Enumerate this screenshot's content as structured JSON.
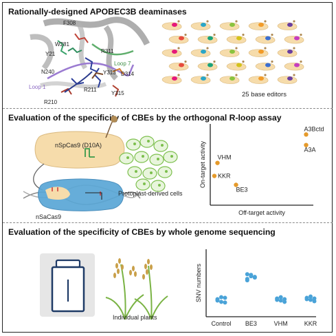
{
  "panels": {
    "deaminases": {
      "title": "Rationally-designed APOBEC3B deaminases",
      "residues": [
        "F308",
        "W281",
        "Y21",
        "N240",
        "R311",
        "Y313",
        "D314",
        "R211",
        "Y315",
        "R210"
      ],
      "loops": [
        "Loop 7",
        "Loop 1"
      ],
      "editors_caption": "25 base editors"
    },
    "rloop": {
      "title": "Evaluation of the specificity of CBEs by the orthogonal R-loop assay",
      "nspcas9_label": "nSpCas9 (D10A)",
      "nsacas9_label": "nSaCas9",
      "cells_caption": "Protoplast-derived cells",
      "chart_title": ""
    },
    "wgs": {
      "title": "Evaluation of the specificity of CBEs by whole genome sequencing",
      "plants_caption": "Individual plants",
      "chart_title": ""
    }
  },
  "colors": {
    "editor_body": "#f6dcab",
    "point": "#e59a2b",
    "snv_dot": "#4aa3d8",
    "cas9_tan": "#f6dcab",
    "cas9_blue": "#5aa7d6",
    "cell_green": "#7cbf4d"
  },
  "chart_data": [
    {
      "type": "scatter",
      "title": "",
      "xlabel": "Off-target activity",
      "ylabel": "On-target activity",
      "xlim": [
        0,
        10
      ],
      "ylim": [
        0,
        10
      ],
      "points": [
        {
          "label": "A3Bctd",
          "x": 9.3,
          "y": 8.7
        },
        {
          "label": "A3A",
          "x": 9.3,
          "y": 7.4
        },
        {
          "label": "VHM",
          "x": 0.7,
          "y": 5.2
        },
        {
          "label": "KKR",
          "x": 0.4,
          "y": 3.6
        },
        {
          "label": "BE3",
          "x": 2.5,
          "y": 2.5
        }
      ]
    },
    {
      "type": "scatter",
      "title": "",
      "xlabel": "",
      "ylabel": "SNV numbers",
      "categories": [
        "Control",
        "BE3",
        "VHM",
        "KKR"
      ],
      "ylim": [
        0,
        10
      ],
      "series": [
        {
          "values": [
            [
              2.4,
              2.9,
              2.1,
              2.6,
              2.2,
              2.8,
              2.5
            ],
            [
              5.6,
              6.2,
              5.9,
              5.4,
              6.0,
              5.8,
              6.3
            ],
            [
              2.5,
              2.9,
              2.2,
              2.7,
              2.4,
              2.6
            ],
            [
              2.6,
              3.0,
              2.3,
              2.8,
              2.5,
              2.7
            ]
          ]
        }
      ]
    }
  ]
}
